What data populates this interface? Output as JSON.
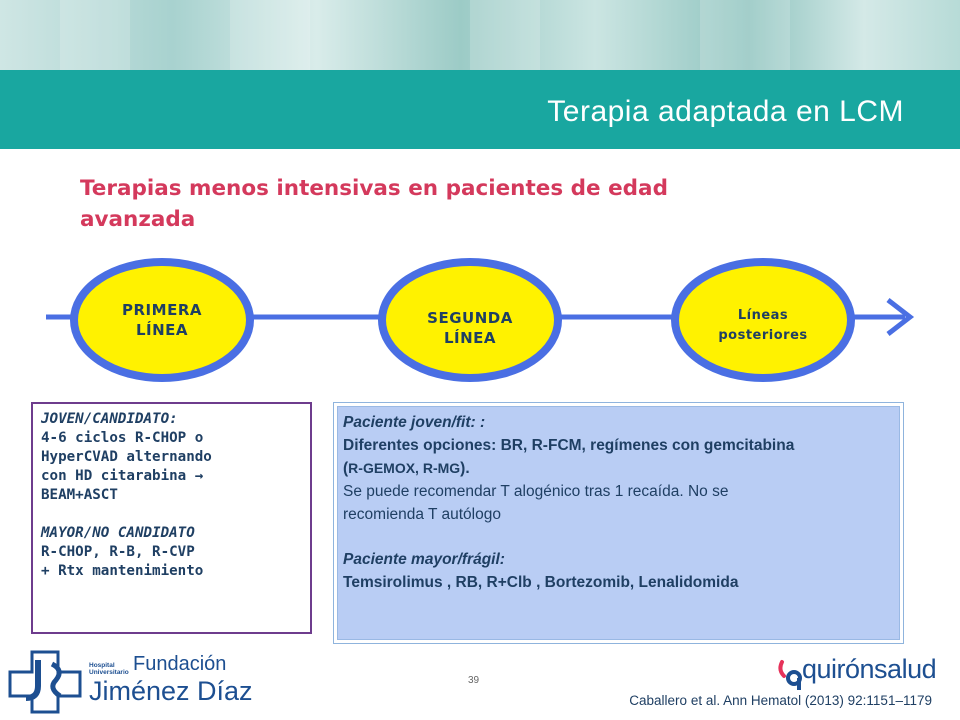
{
  "header": {
    "title": "Terapia adaptada en LCM"
  },
  "subtitle": "Terapias menos intensivas en pacientes de edad avanzada",
  "timeline": {
    "stages": [
      {
        "line1": "PRIMERA",
        "line2": "LÍNEA"
      },
      {
        "line1": "SEGUNDA",
        "line2": "LÍNEA"
      },
      {
        "line1": "Líneas",
        "line2": "posteriores"
      }
    ],
    "colors": {
      "fill": "#fff200",
      "ring": "#4a6fe3",
      "line": "#4a6fe3"
    }
  },
  "left_box": {
    "young_heading": "JOVEN/CANDIDATO:",
    "young_lines": [
      "4-6 ciclos R-CHOP o",
      "HyperCVAD alternando",
      "con HD citarabina →",
      "BEAM+ASCT"
    ],
    "old_heading": "MAYOR/NO CANDIDATO",
    "old_lines": [
      "R-CHOP, R-B, R-CVP",
      "+ Rtx mantenimiento"
    ]
  },
  "right_box": {
    "young_heading": "Paciente joven/fit: :",
    "options_line1": "Diferentes opciones: BR, R-FCM, regímenes con gemcitabina",
    "options_line2_open": "(",
    "options_line2_small": "R-GEMOX, R-MG",
    "options_line2_close": ").",
    "transplant_line1": "Se puede recomendar T alogénico tras 1 recaída. No se",
    "transplant_line2": "recomienda T autólogo",
    "old_heading": "Paciente mayor/frágil:",
    "old_options": "Temsirolimus , RB, R+Clb , Bortezomib, Lenalidomida"
  },
  "footer": {
    "page_number": "39",
    "citation": "Caballero et al. Ann Hematol (2013) 92:1151–1179",
    "logo_left": {
      "small_line1": "Hospital",
      "small_line2": "Universitario",
      "word1": "Fundación",
      "word2": "Jiménez Díaz"
    },
    "logo_right": {
      "text": "quirónsalud"
    }
  },
  "colors": {
    "teal": "#19a7a0",
    "subtitle": "#d4395c",
    "navy": "#1f3f63",
    "purple_border": "#6e3c8d",
    "panel_blue": "#b9cdf4"
  }
}
